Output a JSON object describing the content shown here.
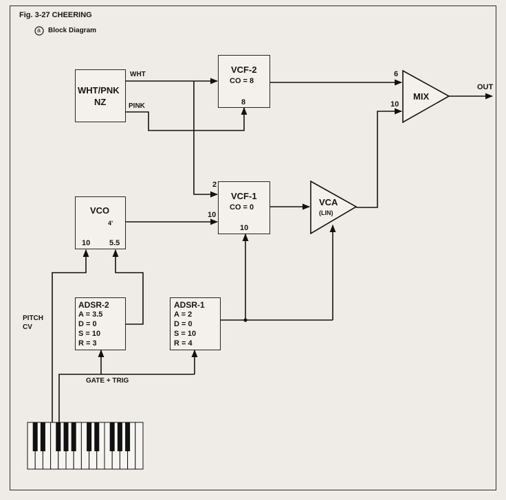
{
  "figure": {
    "title": "Fig. 3-27  CHEERING",
    "subtitle_marker": "a",
    "subtitle": "Block Diagram"
  },
  "modules": {
    "noise": {
      "line1": "WHT/PNK",
      "line2": "NZ",
      "out_white": "WHT",
      "out_pink": "PINK"
    },
    "vcf2": {
      "name": "VCF-2",
      "param": "CO = 8",
      "cv_in": "8"
    },
    "vcf1": {
      "name": "VCF-1",
      "param": "CO = 0",
      "in_top": "2",
      "in_left": "10",
      "cv_in": "10"
    },
    "vco": {
      "name": "VCO",
      "footage": "4'",
      "cv_in_left": "10",
      "cv_in_right": "5.5"
    },
    "vca": {
      "name": "VCA",
      "mode": "(LIN)"
    },
    "mix": {
      "name": "MIX",
      "in_top": "6",
      "in_bottom": "10",
      "out": "OUT"
    },
    "adsr2": {
      "name": "ADSR-2",
      "a": "A = 3.5",
      "d": "D = 0",
      "s": "S = 10",
      "r": "R = 3"
    },
    "adsr1": {
      "name": "ADSR-1",
      "a": "A = 2",
      "d": "D = 0",
      "s": "S = 10",
      "r": "R = 4"
    }
  },
  "signals": {
    "pitch_line1": "PITCH",
    "pitch_line2": "CV",
    "gate": "GATE + TRIG"
  },
  "keyboard": {
    "white_keys": 15
  }
}
